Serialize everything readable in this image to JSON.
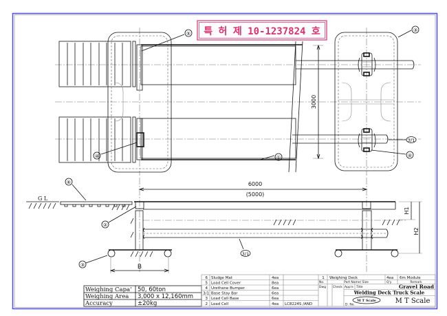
{
  "stamp": {
    "text": "특 허 제 10-1237824 호",
    "color": "#e0306a"
  },
  "frame_color": "#4a4af0",
  "callouts": {
    "c5_top": "⑤",
    "c3_top": "③",
    "c31_plan": "3/1",
    "c4_plan_right": "④",
    "c4_plan_left": "④",
    "c1_plan": "①",
    "c6_elev": "⑥",
    "c2_elev": "②",
    "c3_elev": "③",
    "c31_elev": "3/1"
  },
  "dimensions": {
    "width": "3000",
    "length": "6000",
    "length_alt": "(5000)",
    "h1": "H1",
    "h2": "H2",
    "base": "B",
    "ground": "G  L"
  },
  "specs": [
    {
      "label": "Weighing Capa'",
      "value": "50, 60ton"
    },
    {
      "label": "Weighing Area",
      "value": "3,000 x 12,160mm"
    },
    {
      "label": "Accuracy",
      "value": "±20kg"
    }
  ],
  "parts": [
    {
      "no": "6",
      "name": "Sludge Mat",
      "qty": "4ea",
      "remark": ""
    },
    {
      "no": "5",
      "name": "Load Cell Cover",
      "qty": "8ea",
      "remark": ""
    },
    {
      "no": "4",
      "name": "Urethane Bumper",
      "qty": "6ea",
      "remark": ""
    },
    {
      "no": "3/1",
      "name": "Base Stay Bar",
      "qty": "6ea",
      "remark": ""
    },
    {
      "no": "3",
      "name": "Load Cell Base",
      "qty": "6ea",
      "remark": ""
    },
    {
      "no": "2",
      "name": "Load Cell",
      "qty": "4ea",
      "remark": "LC8224S /AND"
    }
  ],
  "title_block": {
    "part1": {
      "no": "1",
      "name": "Weighing Deck",
      "qty": "4ea",
      "remark": "6m Module"
    },
    "header": {
      "no": "No.",
      "name": "Part Name/ Size",
      "qty": "Q'y",
      "remark": "Remark"
    },
    "dwg": "Dwg",
    "check": "Check",
    "appe": "App'e",
    "title_label": "Title",
    "title1": "Gravel Road",
    "title2": "Welding Deck Truck Scale",
    "company": "M T Scale",
    "logo": "M T Scale",
    "dno": "D. No."
  }
}
